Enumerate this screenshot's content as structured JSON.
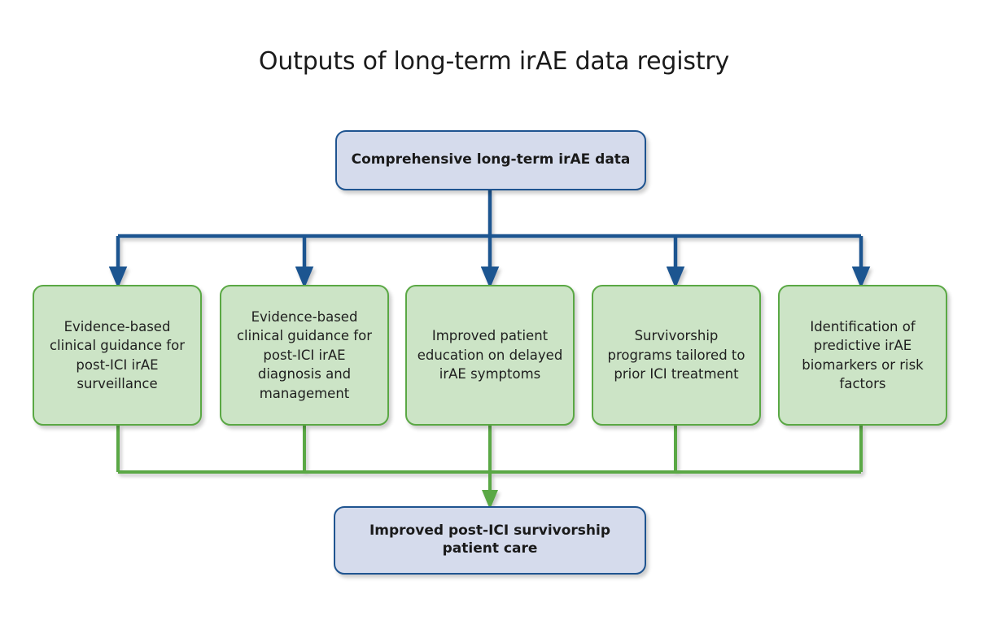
{
  "title": "Outputs of long-term irAE data registry",
  "colors": {
    "blue_border": "#1f5490",
    "blue_fill": "#d5dbec",
    "green_border": "#5aa844",
    "green_fill": "#cce4c6",
    "title_text": "#1a1a1a"
  },
  "source_node": {
    "label": "Comprehensive long-term irAE data"
  },
  "output_nodes": [
    {
      "label": "Evidence-based clinical guidance for post-ICI irAE surveillance"
    },
    {
      "label": "Evidence-based clinical guidance for post-ICI irAE diagnosis and management"
    },
    {
      "label": "Improved patient education on delayed irAE symptoms"
    },
    {
      "label": "Survivorship programs tailored to prior ICI treatment"
    },
    {
      "label": "Identification of predictive irAE biomarkers or risk factors"
    }
  ],
  "outcome_node": {
    "label": "Improved post-ICI survivorship patient care"
  },
  "connectors": {
    "top_bus_color": "#1f5490",
    "bottom_bus_color": "#5aa844",
    "top_arrow_count": 5,
    "bottom_arrow_count": 1
  }
}
